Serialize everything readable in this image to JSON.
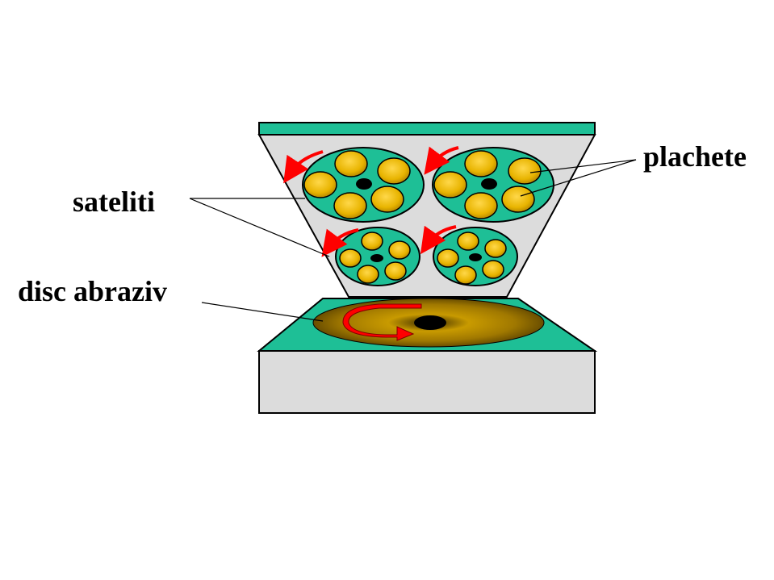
{
  "labels": {
    "plachete": "plachete",
    "sateliti": "sateliti",
    "disc_abraziv": "disc abraziv"
  },
  "colors": {
    "teal": "#1ebf96",
    "gray": "#dcdcdc",
    "yellow": "#f0c000",
    "disc_brown": "#a07800",
    "arrow_red": "#ff0000",
    "outline": "#000000"
  }
}
